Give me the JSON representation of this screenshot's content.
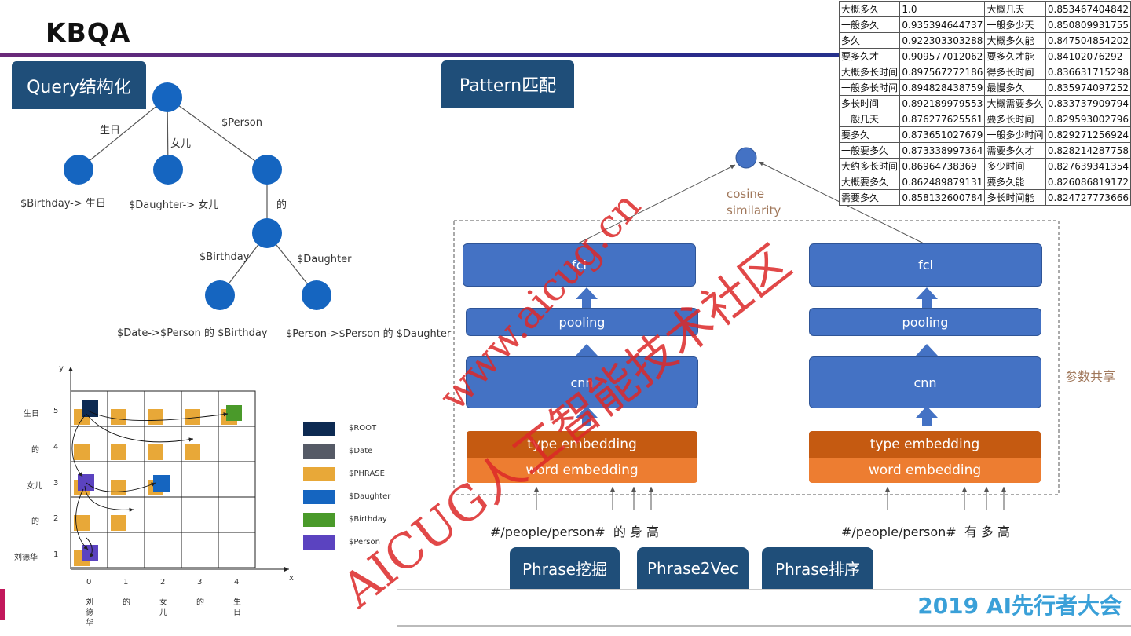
{
  "title": "KBQA",
  "query_header": "Query结构化",
  "pattern_header": "Pattern匹配",
  "tree": {
    "edges": [
      "生日",
      "女儿",
      "$Person",
      "的",
      "$Birthday",
      "$Daughter"
    ],
    "leaf_labels": [
      "$Birthday-> 生日",
      "$Daughter-> 女儿",
      "$Date->$Person 的 $Birthday",
      "$Person->$Person 的 $Daughter"
    ]
  },
  "grid": {
    "y_axis": "y",
    "x_axis": "x",
    "y_labels": [
      {
        "name": "生日",
        "num": "5"
      },
      {
        "name": "的",
        "num": "4"
      },
      {
        "name": "女儿",
        "num": "3"
      },
      {
        "name": "的",
        "num": "2"
      },
      {
        "name": "刘德华",
        "num": "1"
      }
    ],
    "x_nums": [
      "0",
      "1",
      "2",
      "3",
      "4"
    ],
    "x_chars": [
      "刘\n德\n华",
      "的",
      "女\n儿",
      "的",
      "生\n日"
    ]
  },
  "legend": [
    {
      "label": "$ROOT",
      "color": "#0d2a52"
    },
    {
      "label": "$Date",
      "color": "#555a66"
    },
    {
      "label": "$PHRASE",
      "color": "#e8a838"
    },
    {
      "label": "$Daughter",
      "color": "#1565c0"
    },
    {
      "label": "$Birthday",
      "color": "#4a9a2a"
    },
    {
      "label": "$Person",
      "color": "#5b43c0"
    }
  ],
  "network": {
    "cosine": "cosine\nsimilarity",
    "fcl": "fcl",
    "pooling": "pooling",
    "cnn": "cnn",
    "type_embedding": "type embedding",
    "word_embedding": "word embedding",
    "shared": "参数共享",
    "input_left": "#/people/person#  的 身 高",
    "input_right": "#/people/person#  有 多 高"
  },
  "buttons": [
    "Phrase挖掘",
    "Phrase2Vec",
    "Phrase排序"
  ],
  "similarity_table": [
    [
      "大概多久",
      "1.0",
      "大概几天",
      "0.853467404842"
    ],
    [
      "一般多久",
      "0.935394644737",
      "一般多少天",
      "0.850809931755"
    ],
    [
      "多久",
      "0.922303303288",
      "大概多久能",
      "0.847504854202"
    ],
    [
      "要多久才",
      "0.909577012062",
      "要多久才能",
      "0.84102076292"
    ],
    [
      "大概多长时间",
      "0.897567272186",
      "得多长时间",
      "0.836631715298"
    ],
    [
      "一般多长时间",
      "0.894828438759",
      "最慢多久",
      "0.835974097252"
    ],
    [
      "多长时间",
      "0.892189979553",
      "大概需要多久",
      "0.833737909794"
    ],
    [
      "一般几天",
      "0.876277625561",
      "要多长时间",
      "0.829593002796"
    ],
    [
      "要多久",
      "0.873651027679",
      "一般多少时间",
      "0.829271256924"
    ],
    [
      "一般要多久",
      "0.873338997364",
      "需要多久才",
      "0.828214287758"
    ],
    [
      "大约多长时间",
      "0.86964738369",
      "多少时间",
      "0.827639341354"
    ],
    [
      "大概要多久",
      "0.862489879131",
      "要多久能",
      "0.826086819172"
    ],
    [
      "需要多久",
      "0.858132600784",
      "多长时间能",
      "0.824727773666"
    ]
  ],
  "watermark_url": "www.aicug.cn",
  "watermark_org": "AICUG人工智能技术社区",
  "footer": "2019 AI先行者大会"
}
